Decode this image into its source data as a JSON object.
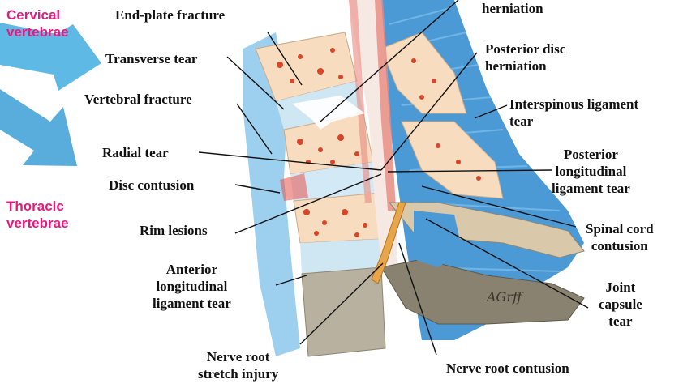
{
  "regions": {
    "cervical": [
      "Cervical",
      "vertebrae"
    ],
    "thoracic": [
      "Thoracic",
      "vertebrae"
    ],
    "color": "#e6197f",
    "arrow_color": "#3aa6dc"
  },
  "labels": {
    "endplate": "End-plate fracture",
    "herniation": "herniation",
    "posterior_disc": [
      "Posterior disc",
      "herniation"
    ],
    "transverse_tear": "Transverse tear",
    "vertebral_fracture": "Vertebral fracture",
    "interspinous": [
      "Interspinous ligament",
      "tear"
    ],
    "radial_tear": "Radial tear",
    "posterior_long": [
      "Posterior",
      "longitudinal",
      "ligament tear"
    ],
    "disc_contusion": "Disc contusion",
    "rim_lesions": "Rim lesions",
    "spinal_cord": [
      "Spinal cord",
      "contusion"
    ],
    "anterior_long": [
      "Anterior",
      "longitudinal",
      "ligament tear"
    ],
    "joint_capsule": [
      "Joint",
      "capsule",
      "tear"
    ],
    "nerve_root_stretch": [
      "Nerve root",
      "stretch injury"
    ],
    "nerve_root_contusion": "Nerve root contusion"
  },
  "signature": "AGrff",
  "colors": {
    "bone": "#f7dcc0",
    "bone_spots": "#d8462a",
    "disc": "#cfe6f3",
    "ligament": "#4fa3d9",
    "canal": "#f6e9e4",
    "cord_stripe": "#e98a80",
    "process": "#8a8270",
    "nerve": "#e8a64a",
    "leader": "#111111"
  }
}
